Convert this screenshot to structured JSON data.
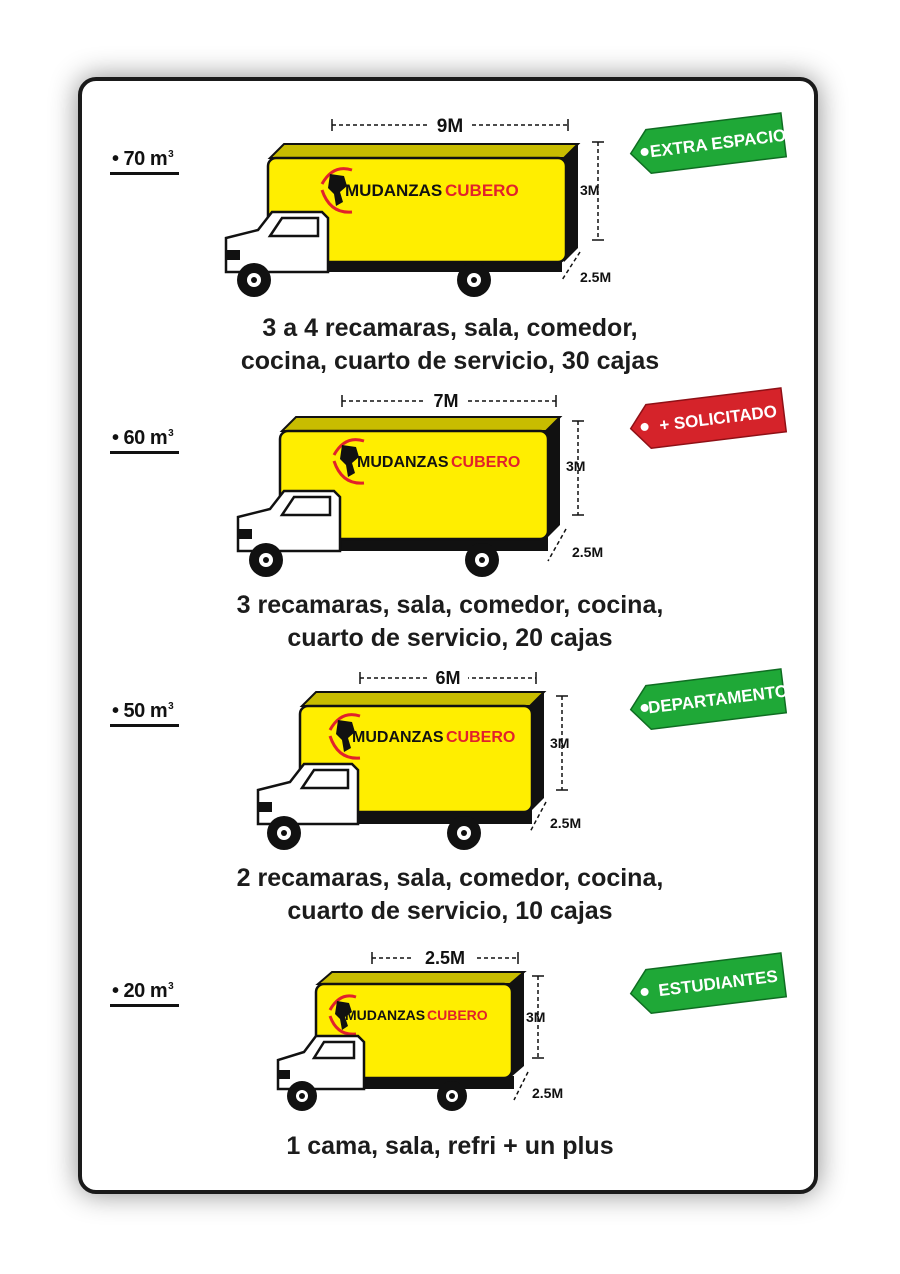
{
  "colors": {
    "truck_yellow": "#ffee00",
    "tag_green": "#1fa837",
    "tag_red": "#d5232a",
    "logo_red": "#e1222b",
    "ink": "#111111"
  },
  "brand": {
    "part1": "MUDANZAS",
    "part2": "CUBERO"
  },
  "trucks": [
    {
      "capacity": "• 70 m",
      "superscript": "3",
      "length": "9M",
      "height": "3M",
      "width": "2.5M",
      "tag": {
        "text": "EXTRA ESPACIO",
        "color": "green",
        "icon": "price-tag-icon"
      },
      "lines": [
        "3 a 4 recamaras, sala, comedor,",
        "cocina, cuarto de servicio, 30 cajas"
      ]
    },
    {
      "capacity": "• 60 m",
      "superscript": "3",
      "length": "7M",
      "height": "3M",
      "width": "2.5M",
      "tag": {
        "text": "+ SOLICITADO",
        "color": "red",
        "icon": "price-tag-icon"
      },
      "lines": [
        "3 recamaras, sala, comedor, cocina,",
        "cuarto de servicio, 20 cajas"
      ]
    },
    {
      "capacity": "• 50 m",
      "superscript": "3",
      "length": "6M",
      "height": "3M",
      "width": "2.5M",
      "tag": {
        "text": "DEPARTAMENTO",
        "color": "green",
        "icon": "price-tag-icon"
      },
      "lines": [
        "2 recamaras, sala, comedor, cocina,",
        "cuarto de servicio, 10 cajas"
      ]
    },
    {
      "capacity": "• 20 m",
      "superscript": "3",
      "length": "2.5M",
      "height": "3M",
      "width": "2.5M",
      "tag": {
        "text": "ESTUDIANTES",
        "color": "green",
        "icon": "price-tag-icon"
      },
      "lines": [
        "1 cama, sala, refri + un plus"
      ]
    }
  ]
}
